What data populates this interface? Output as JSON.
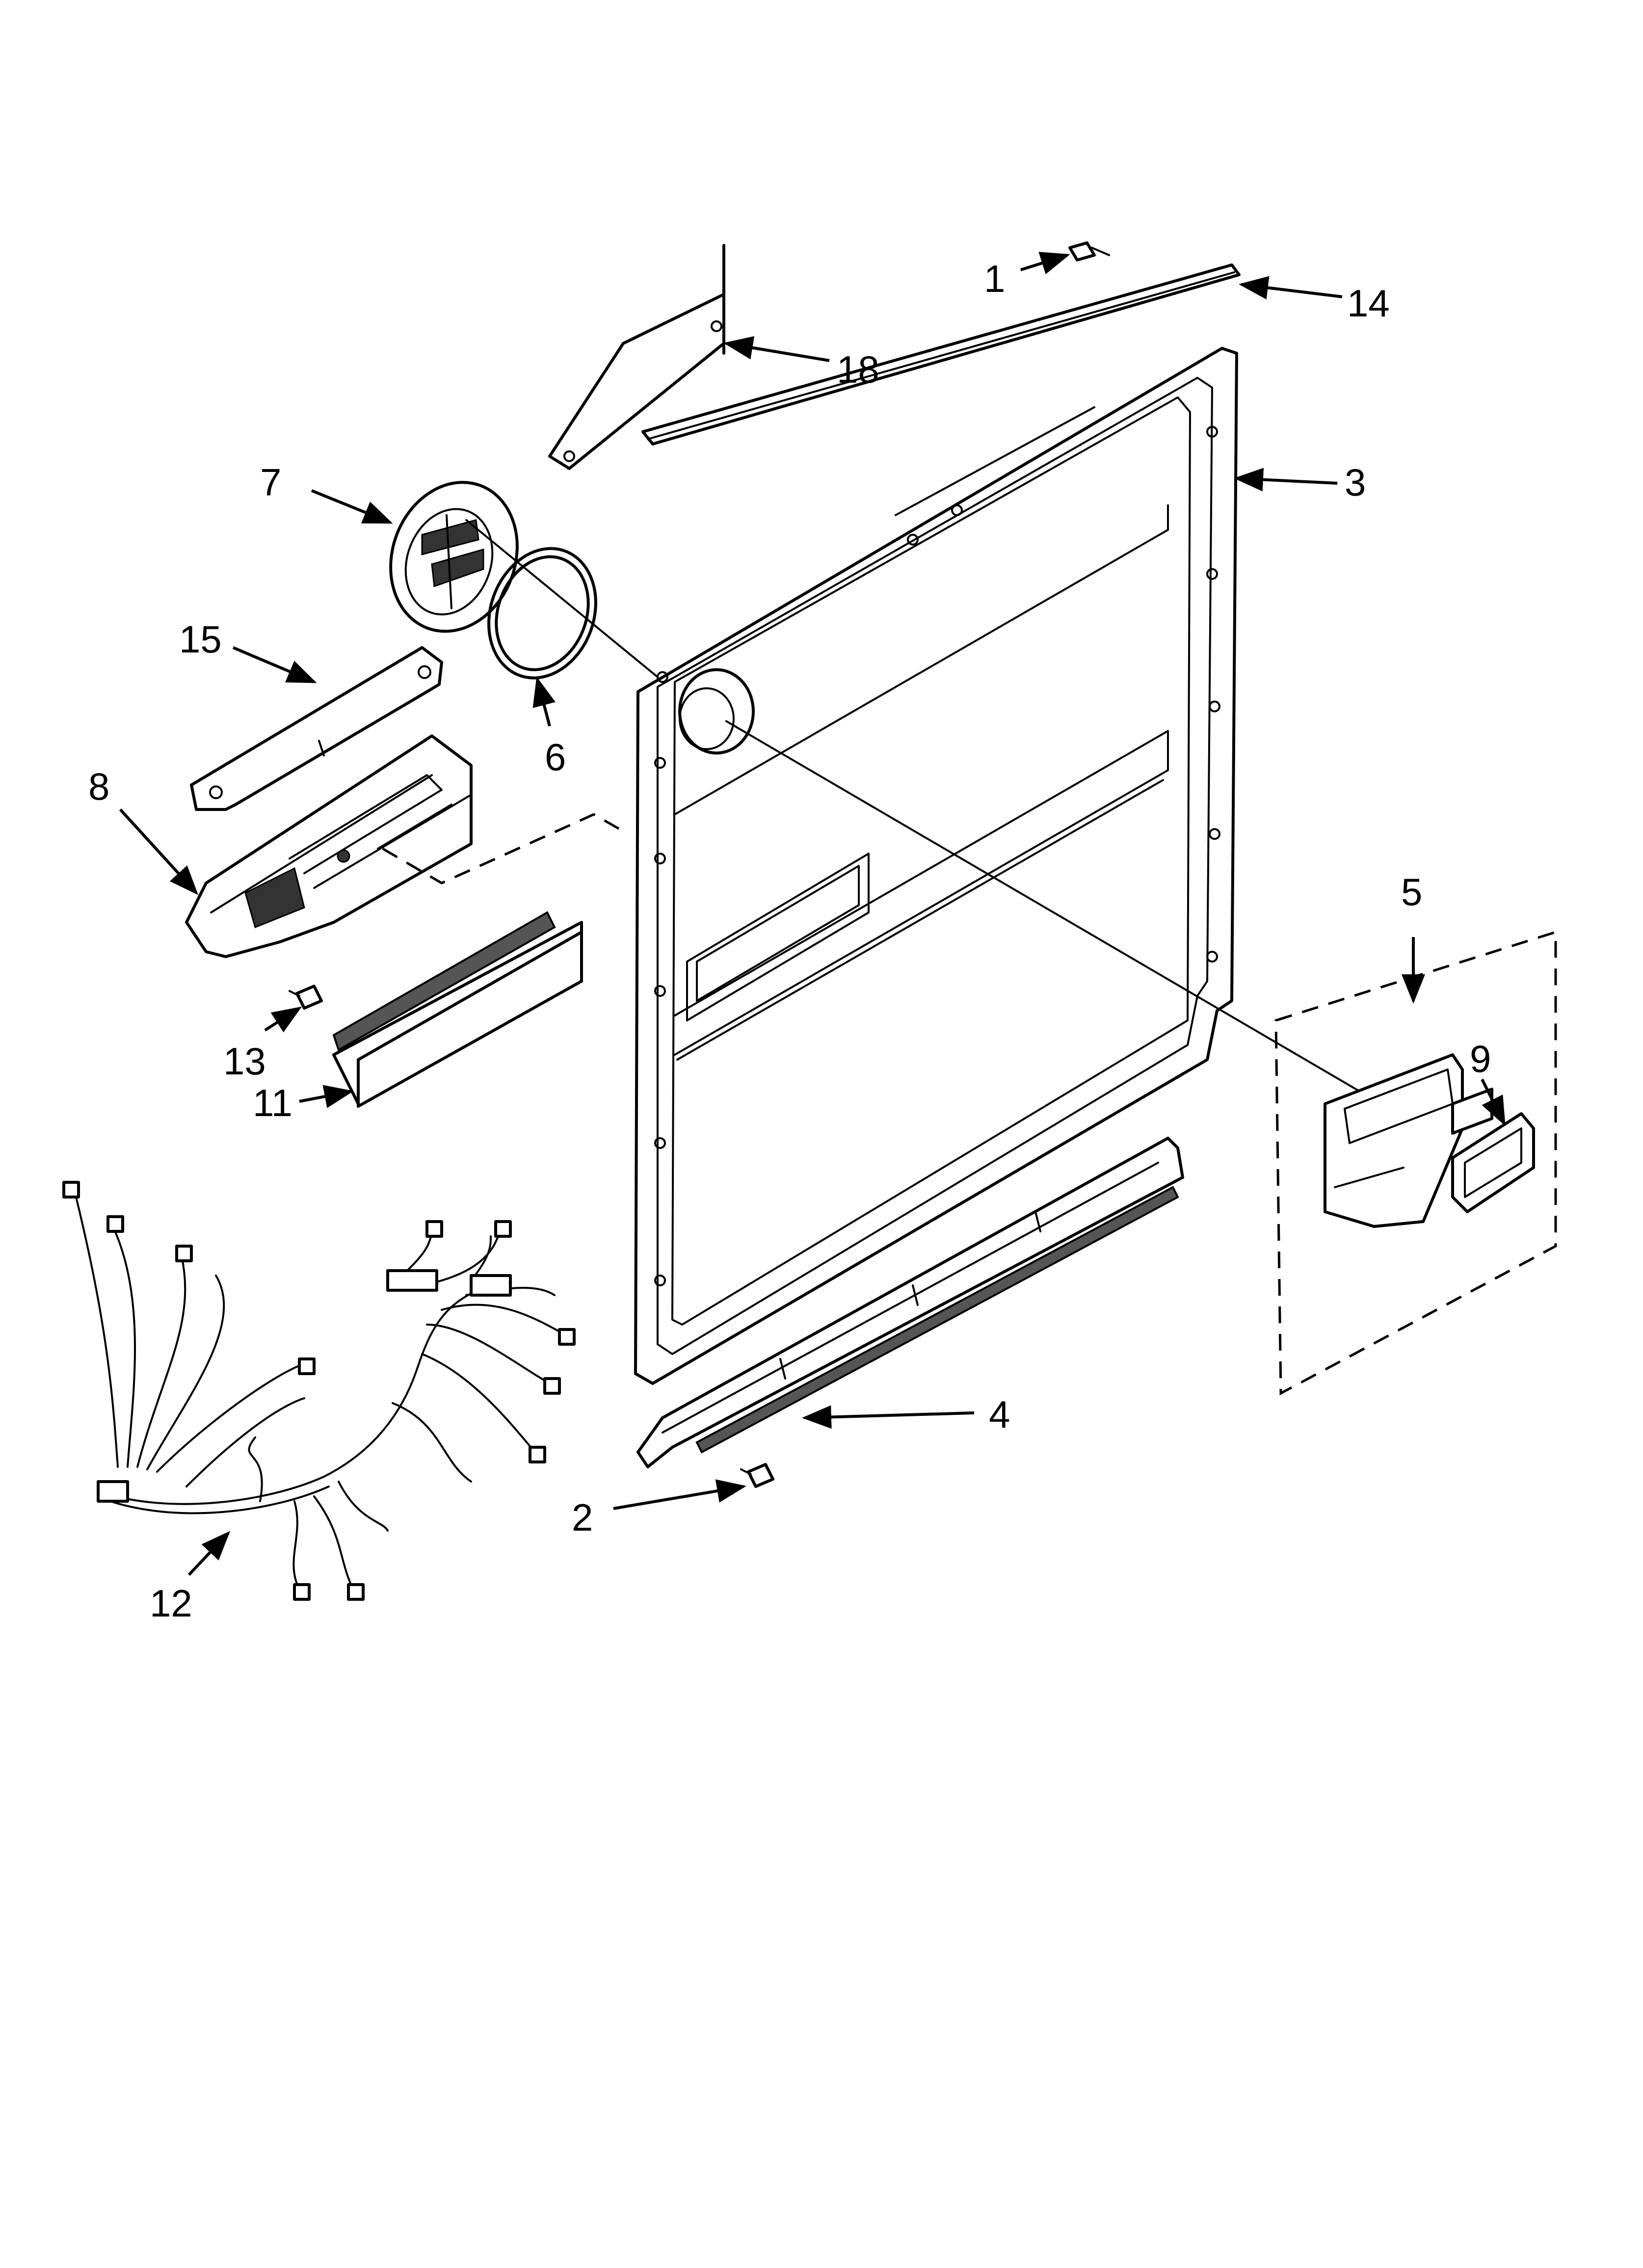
{
  "callouts": [
    "1",
    "14",
    "18",
    "3",
    "7",
    "6",
    "15",
    "8",
    "5",
    "9",
    "13",
    "11",
    "4",
    "2",
    "12"
  ],
  "colors": {
    "ink": "#000000",
    "background": "#ffffff"
  }
}
